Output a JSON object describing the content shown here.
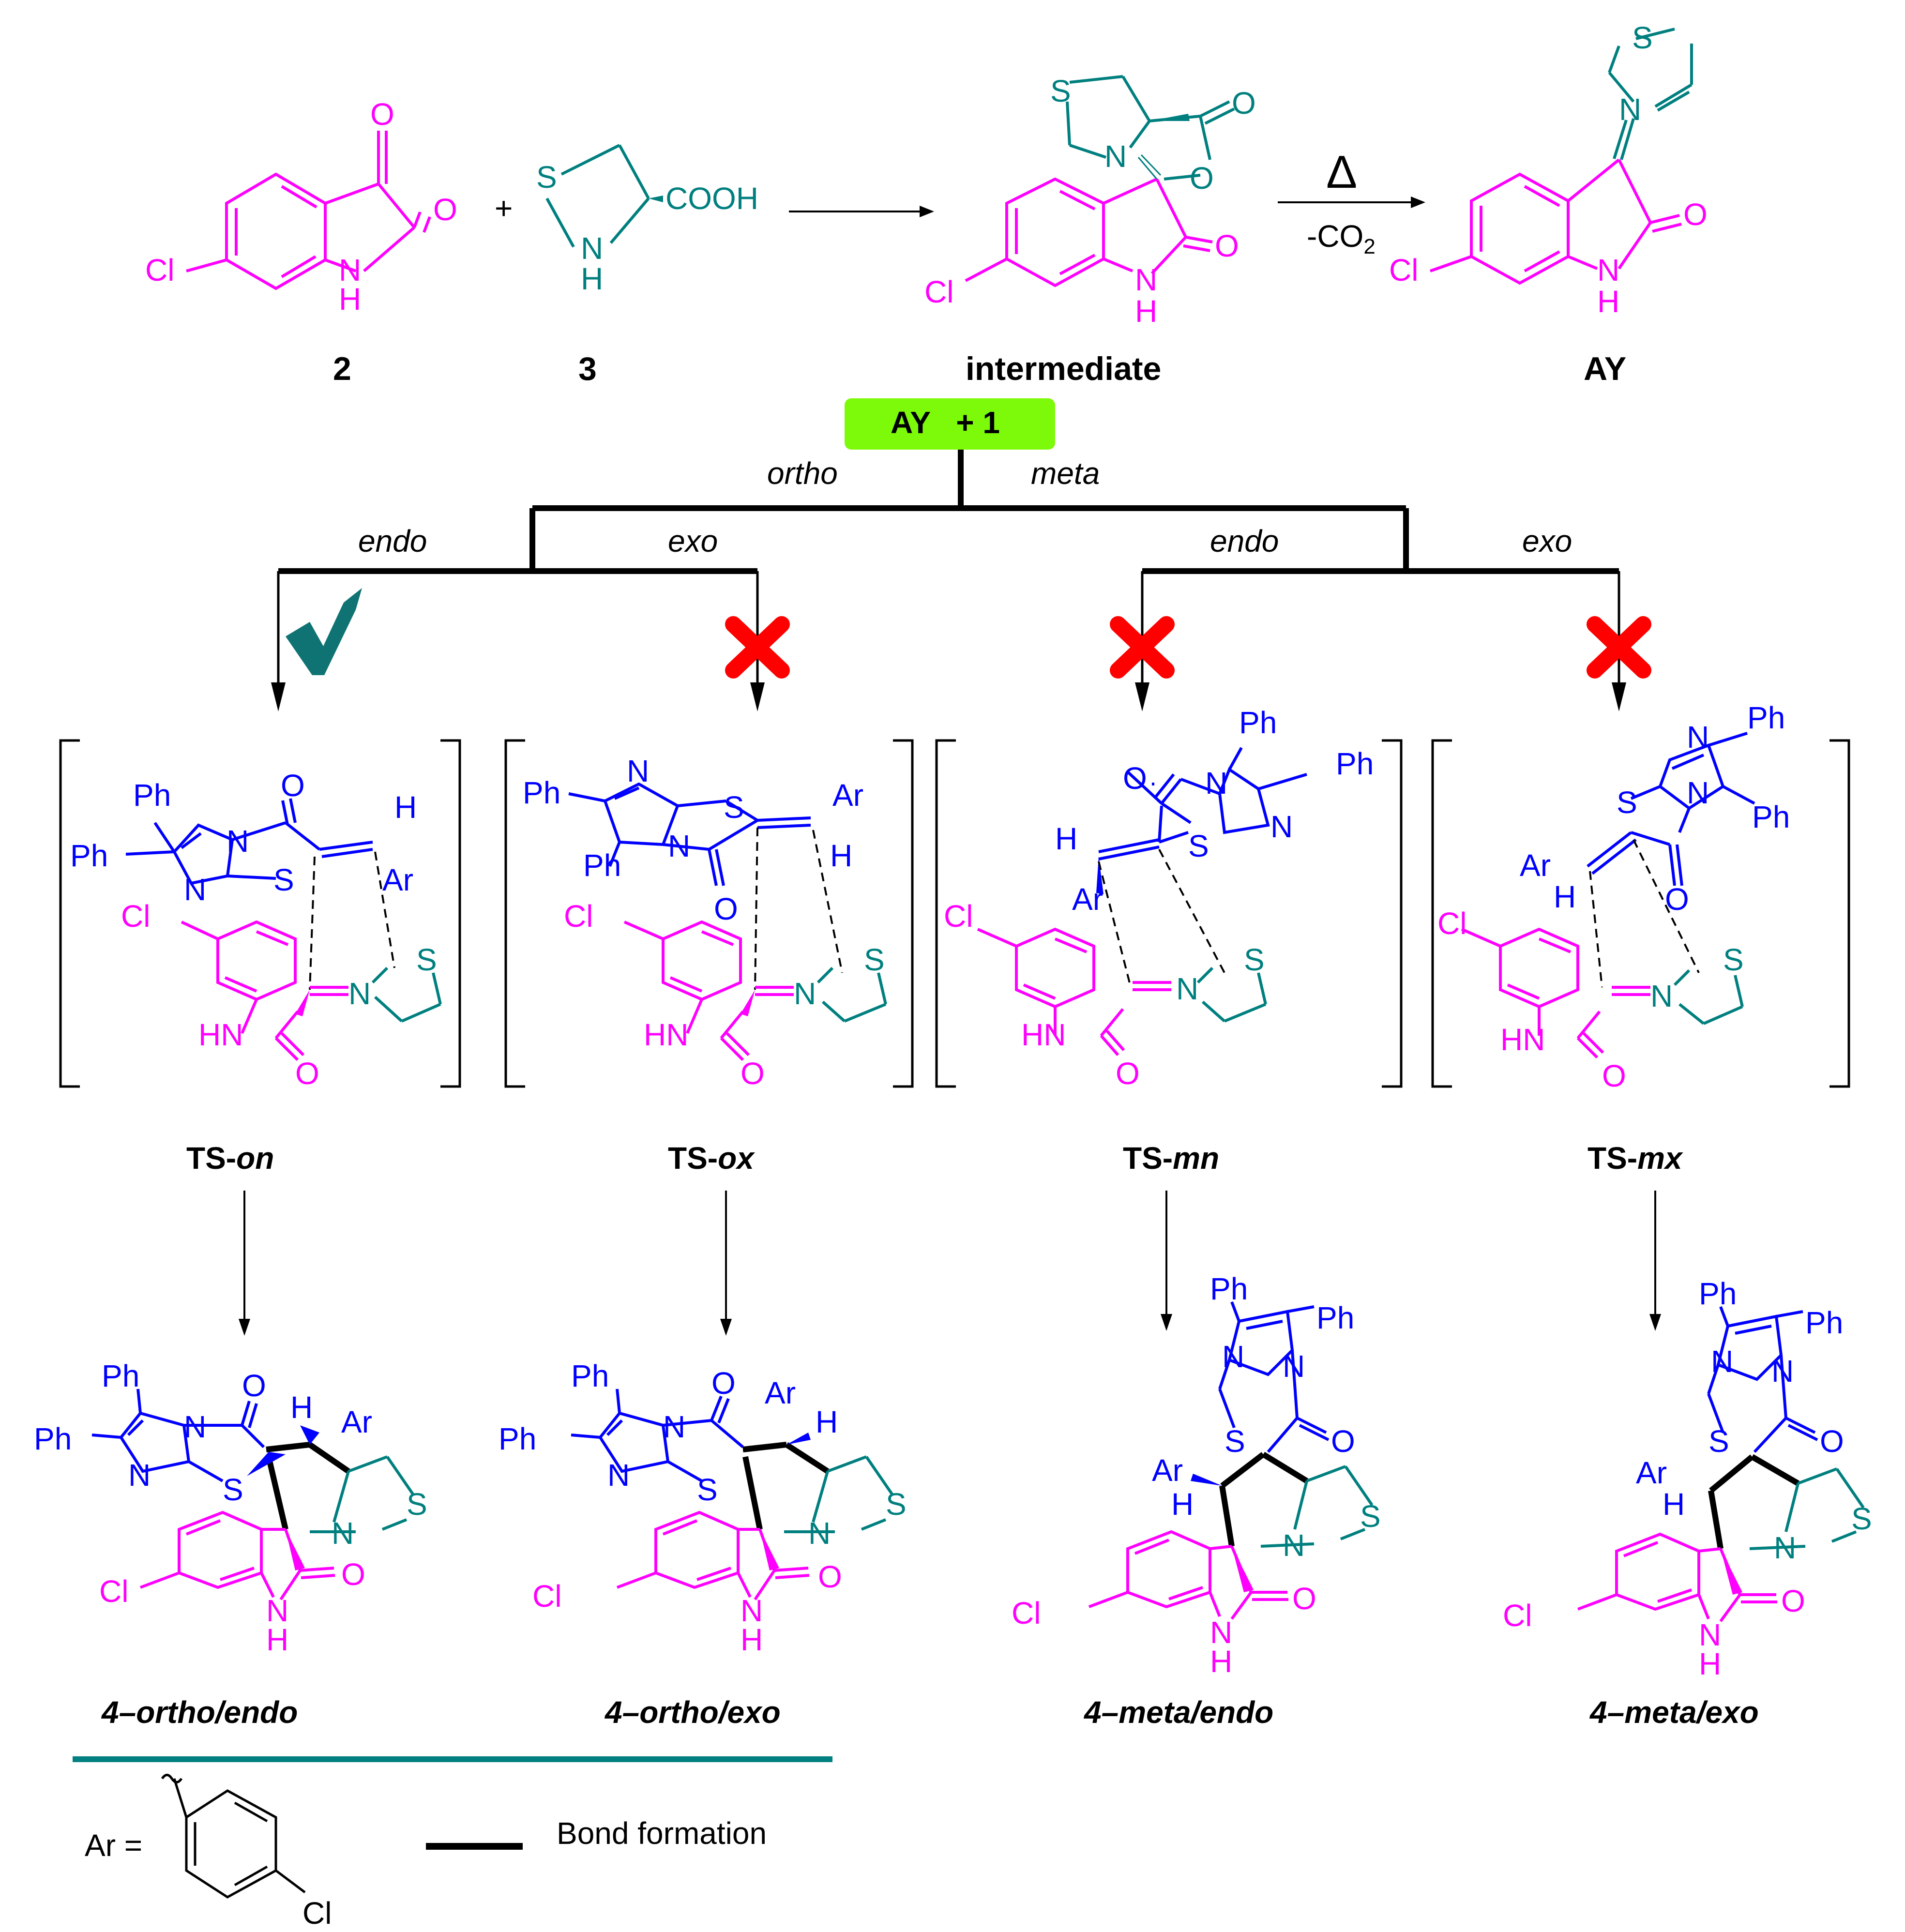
{
  "colors": {
    "isatin": "#ff00ff",
    "thiazolidine": "#007f7f",
    "imidazothiazole": "#0000ff",
    "bond": "#000000",
    "check": "#0f7373",
    "cross": "#ff0000",
    "box": "#7dfa0a",
    "divider": "#008080"
  },
  "top_row": {
    "compound2": {
      "label": "2",
      "atoms": {
        "o1": "O",
        "o2": "O",
        "nh": "N",
        "h": "H",
        "cl": "Cl"
      }
    },
    "plus": "+",
    "compound3": {
      "label": "3",
      "atoms": {
        "s": "S",
        "n": "N",
        "h": "H",
        "cooh": "COOH"
      }
    },
    "intermediate": {
      "label": "intermediate",
      "atoms": {
        "s": "S",
        "n": "N",
        "o_ring": "O",
        "o_carbonyl": "O",
        "o_lactam": "O",
        "nh": "N",
        "h": "H",
        "cl": "Cl"
      }
    },
    "arrow2": {
      "above": "Δ",
      "below_main": "-CO",
      "below_sub": "2"
    },
    "ay": {
      "label": "AY",
      "atoms": {
        "s": "S",
        "n": "N",
        "o": "O",
        "nh": "N",
        "h": "H",
        "cl": "Cl"
      }
    }
  },
  "tree": {
    "box": "AY   + 1",
    "ortho": "ortho",
    "meta": "meta",
    "endo_left": "endo",
    "exo_left": "exo",
    "endo_right": "endo",
    "exo_right": "exo",
    "outcomes": [
      "check-icon",
      "cross-icon",
      "cross-icon",
      "cross-icon"
    ]
  },
  "transition_states": [
    {
      "prefix": "TS-",
      "suffix": "on",
      "atoms": [
        "Ph",
        "Ph",
        "O",
        "N",
        "N",
        "S",
        "H",
        "Ar",
        "Cl",
        "N",
        "S",
        "HN",
        "O"
      ]
    },
    {
      "prefix": "TS-",
      "suffix": "ox",
      "atoms": [
        "Ph",
        "N",
        "S",
        "Ar",
        "N",
        "Ph",
        "H",
        "O",
        "Cl",
        "N",
        "S",
        "HN",
        "O"
      ]
    },
    {
      "prefix": "TS-",
      "suffix": "mn",
      "atoms": [
        "Ph",
        "Ph",
        "O",
        "N",
        "N",
        "S",
        "H",
        "Ar",
        "Cl",
        "N",
        "S",
        "HN",
        "O"
      ]
    },
    {
      "prefix": "TS-",
      "suffix": "mx",
      "atoms": [
        "Ph",
        "N",
        "Ph",
        "S",
        "N",
        "O",
        "Ar",
        "H",
        "Cl",
        "N",
        "S",
        "HN",
        "O"
      ]
    }
  ],
  "products": [
    {
      "number": "4",
      "dash": "–",
      "name": "ortho/endo",
      "atoms": [
        "Ph",
        "Ph",
        "N",
        "O",
        "N",
        "S",
        "H",
        "Ar",
        "N",
        "S",
        "Cl",
        "N",
        "H",
        "O"
      ]
    },
    {
      "number": "4",
      "dash": "–",
      "name": "ortho/exo",
      "atoms": [
        "Ph",
        "Ph",
        "N",
        "O",
        "N",
        "S",
        "Ar",
        "H",
        "N",
        "S",
        "Cl",
        "N",
        "H",
        "O"
      ]
    },
    {
      "number": "4",
      "dash": "–",
      "name": "meta/endo",
      "atoms": [
        "Ph",
        "Ph",
        "N",
        "N",
        "S",
        "O",
        "Ar",
        "H",
        "N",
        "S",
        "Cl",
        "N",
        "H",
        "O"
      ]
    },
    {
      "number": "4",
      "dash": "–",
      "name": "meta/exo",
      "atoms": [
        "Ph",
        "Ph",
        "N",
        "N",
        "S",
        "O",
        "Ar",
        "H",
        "N",
        "S",
        "Cl",
        "N",
        "H",
        "O"
      ]
    }
  ],
  "legend": {
    "ar_label": "Ar =",
    "ar_cl": "Cl",
    "bond_label": "Bond formation"
  }
}
